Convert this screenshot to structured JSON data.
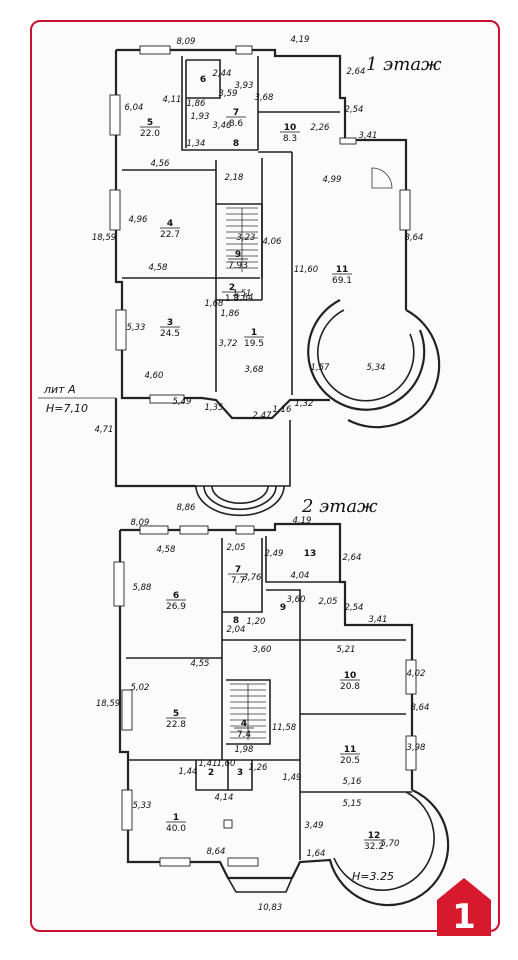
{
  "floor1": {
    "title": "1  этаж",
    "lit_label": "лит А",
    "height_label": "H=7,10",
    "rooms": [
      {
        "no": "1",
        "area": "19.5"
      },
      {
        "no": "2",
        "area": "1.8"
      },
      {
        "no": "3",
        "area": "24.5"
      },
      {
        "no": "4",
        "area": "22.7"
      },
      {
        "no": "5",
        "area": "22.0"
      },
      {
        "no": "6",
        "area": ""
      },
      {
        "no": "7",
        "area": "8.6"
      },
      {
        "no": "8",
        "area": ""
      },
      {
        "no": "9",
        "area": "7.93"
      },
      {
        "no": "10",
        "area": "8.3"
      },
      {
        "no": "11",
        "area": "69.1"
      }
    ],
    "dims": [
      "8,09",
      "4,19",
      "2,64",
      "2,54",
      "3,41",
      "6,04",
      "4,11",
      "2,44",
      "3,59",
      "3,93",
      "1,86",
      "1,93",
      "3,46",
      "1,34",
      "3,68",
      "2,26",
      "4,56",
      "2,18",
      "4,99",
      "18,59",
      "4,96",
      "4,06",
      "11,60",
      "8,64",
      "4,58",
      "1,51",
      "1,68",
      "1,64",
      "1,86",
      "5,33",
      "3,72",
      "4,60",
      "3,68",
      "1,57",
      "5,34",
      "5,49",
      "1,35",
      "2,47",
      "1,16",
      "1,32",
      "4,71",
      "8,86",
      "3,23"
    ]
  },
  "floor2": {
    "title": "2  этаж",
    "height_label": "H=3.25",
    "rooms": [
      {
        "no": "1",
        "area": "40.0"
      },
      {
        "no": "2",
        "area": ""
      },
      {
        "no": "3",
        "area": ""
      },
      {
        "no": "4",
        "area": "7.4"
      },
      {
        "no": "5",
        "area": "22.8"
      },
      {
        "no": "6",
        "area": "26.9"
      },
      {
        "no": "7",
        "area": "7.7"
      },
      {
        "no": "8",
        "area": ""
      },
      {
        "no": "9",
        "area": ""
      },
      {
        "no": "10",
        "area": "20.8"
      },
      {
        "no": "11",
        "area": "20.5"
      },
      {
        "no": "12",
        "area": "32.2"
      },
      {
        "no": "13",
        "area": ""
      }
    ],
    "dims": [
      "8,09",
      "4,19",
      "4,58",
      "2,05",
      "2,49",
      "2,64",
      "3,76",
      "4,04",
      "5,88",
      "3,60",
      "2,54",
      "2,05",
      "3,41",
      "2,04",
      "1,20",
      "4,55",
      "3,60",
      "5,21",
      "18,59",
      "5,02",
      "4,02",
      "8,64",
      "11,58",
      "1,98",
      "3,98",
      "1,41",
      "1,60",
      "1,44",
      "1,26",
      "4,14",
      "1,49",
      "5,16",
      "5,15",
      "5,33",
      "3,49",
      "8,64",
      "1,64",
      "5,70",
      "10,83"
    ]
  },
  "colors": {
    "frame": "#c8102e",
    "logo": "#d7192e"
  },
  "logo": {
    "glyph": "1",
    "icon": "house-logo-icon"
  }
}
